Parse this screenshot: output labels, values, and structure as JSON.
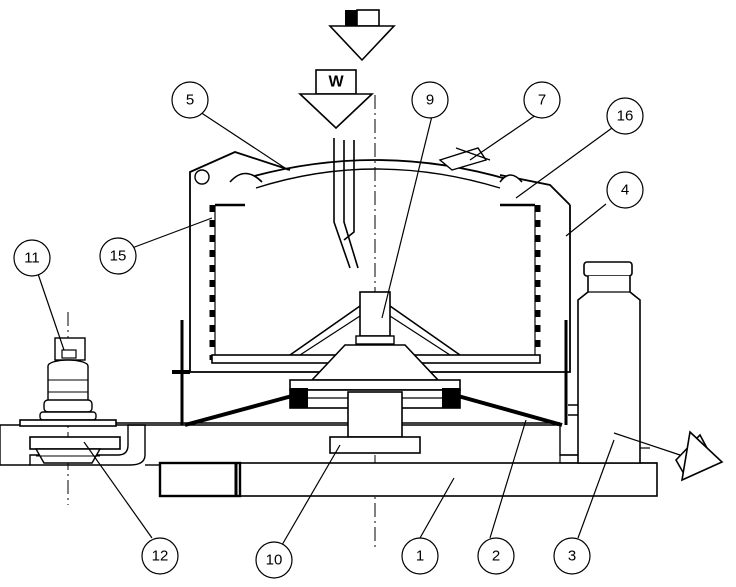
{
  "diagram": {
    "feed_arrow_label": "W",
    "callouts": [
      {
        "id": "c1",
        "label": "1"
      },
      {
        "id": "c2",
        "label": "2"
      },
      {
        "id": "c3",
        "label": "3"
      },
      {
        "id": "c4",
        "label": "4"
      },
      {
        "id": "c5",
        "label": "5"
      },
      {
        "id": "c7",
        "label": "7"
      },
      {
        "id": "c9",
        "label": "9"
      },
      {
        "id": "c10",
        "label": "10"
      },
      {
        "id": "c11",
        "label": "11"
      },
      {
        "id": "c12",
        "label": "12"
      },
      {
        "id": "c15",
        "label": "15"
      },
      {
        "id": "c16",
        "label": "16"
      }
    ]
  }
}
